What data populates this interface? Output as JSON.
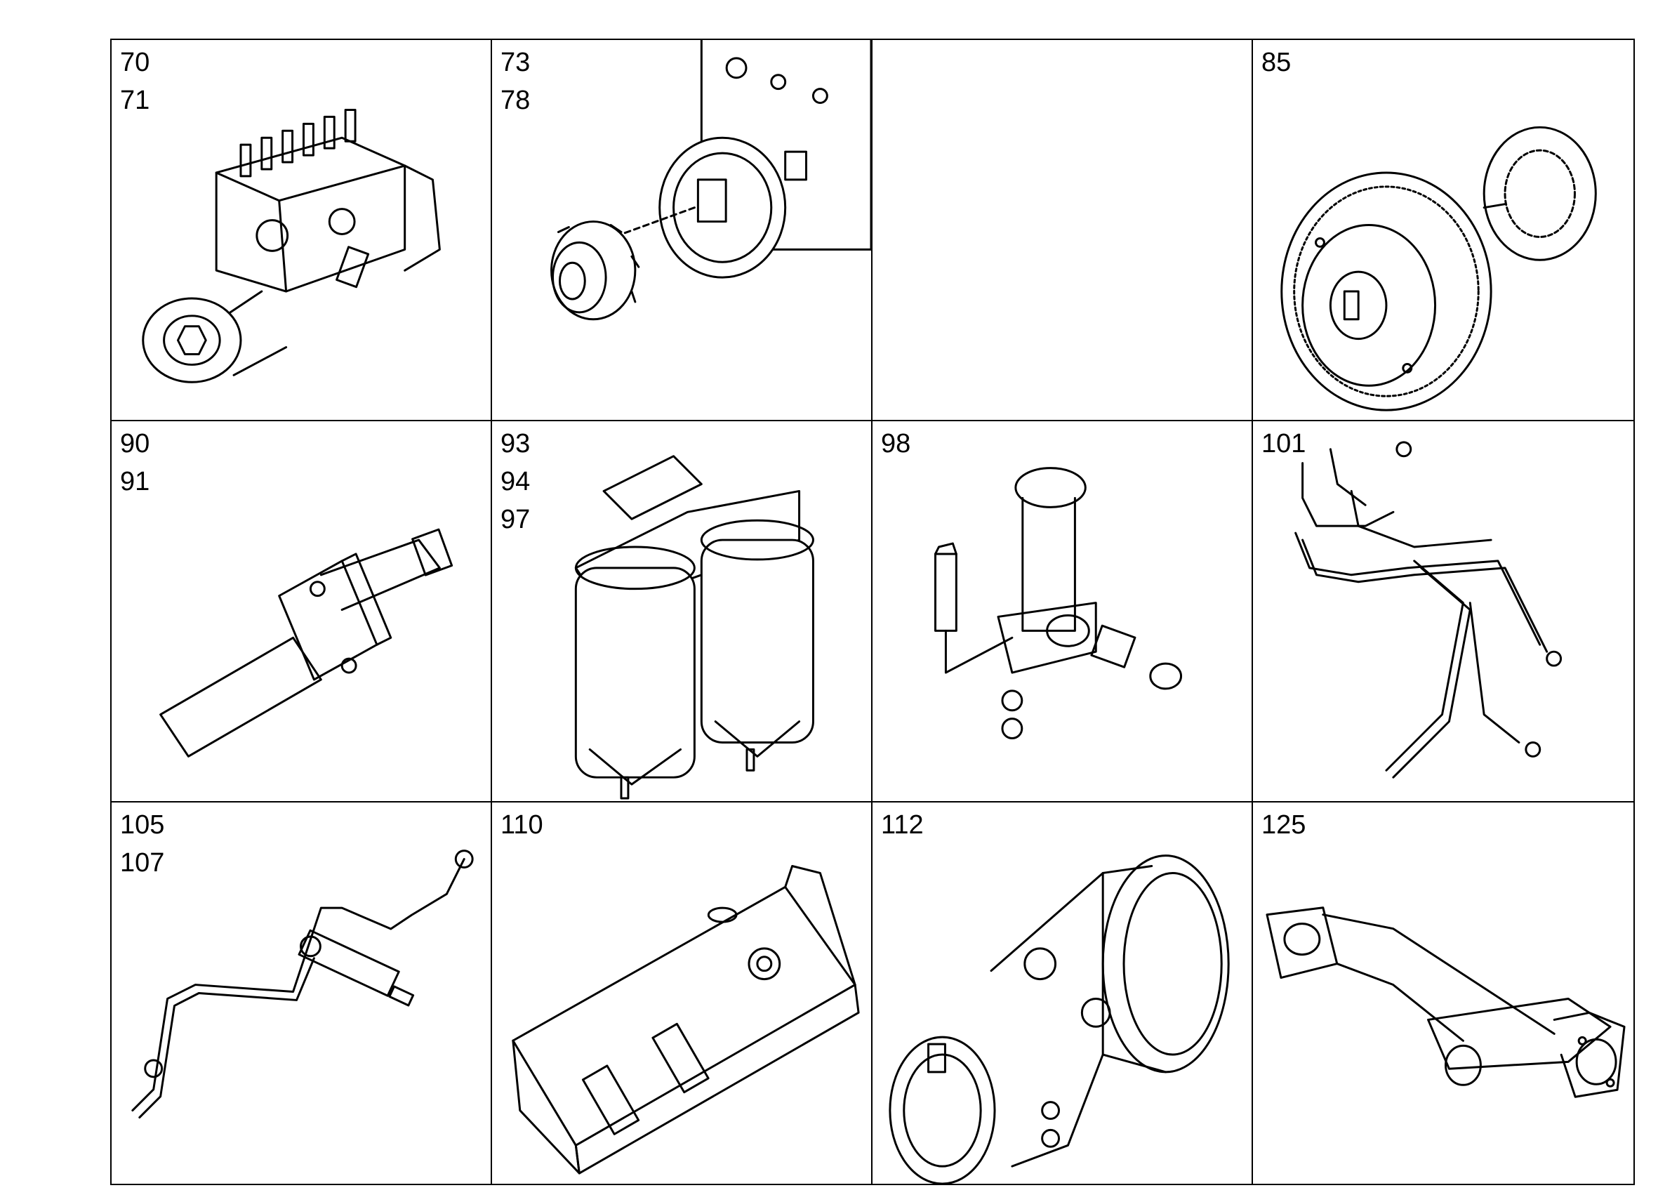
{
  "cells": [
    {
      "labels": [
        "70",
        "71"
      ],
      "icon": "injection-pump-icon"
    },
    {
      "labels": [
        "73",
        "78"
      ],
      "icon": "pump-drive-gear-icon"
    },
    {
      "labels": [],
      "icon": "empty-cell"
    },
    {
      "labels": [
        "85"
      ],
      "icon": "timing-gear-hub-icon"
    },
    {
      "labels": [
        "90",
        "91"
      ],
      "icon": "injector-nozzle-icon"
    },
    {
      "labels": [
        "93",
        "94",
        "97"
      ],
      "icon": "fuel-filter-icon"
    },
    {
      "labels": [
        "98"
      ],
      "icon": "feed-pump-icon"
    },
    {
      "labels": [
        "101"
      ],
      "icon": "injection-lines-icon"
    },
    {
      "labels": [
        "105",
        "107"
      ],
      "icon": "injector-with-line-icon"
    },
    {
      "labels": [
        "110"
      ],
      "icon": "valve-cover-icon"
    },
    {
      "labels": [
        "112"
      ],
      "icon": "intake-elbow-icon"
    },
    {
      "labels": [
        "125"
      ],
      "icon": "exhaust-pipe-icon"
    }
  ]
}
